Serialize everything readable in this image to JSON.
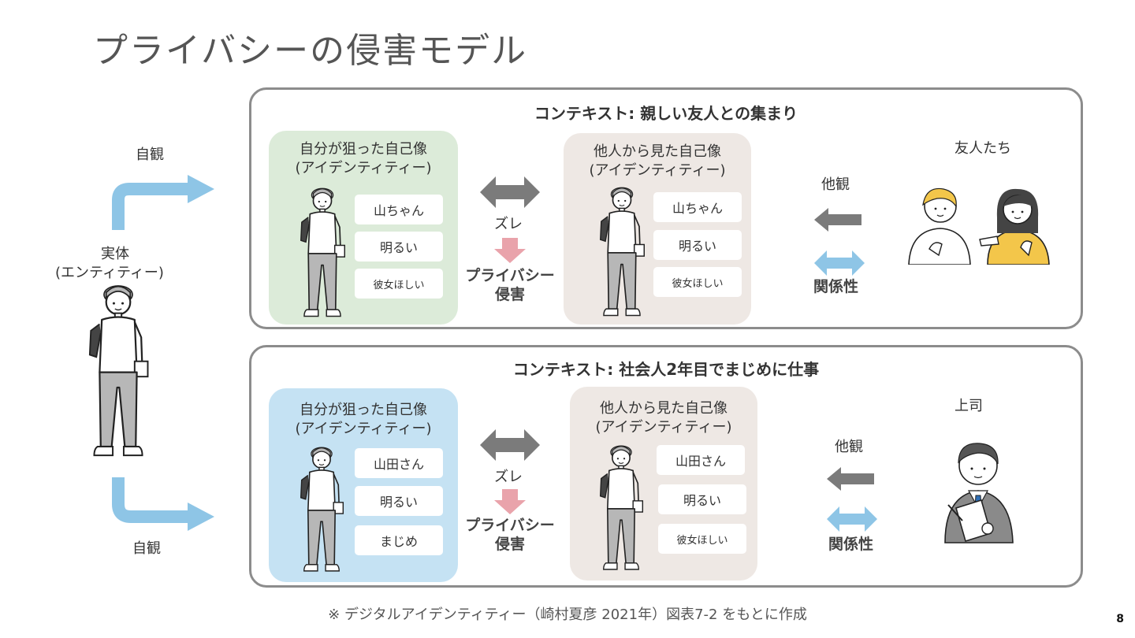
{
  "slide": {
    "title": "プライバシーの侵害モデル",
    "page_number": "8",
    "footnote": "※ デジタルアイデンティティー（崎村夏彦 2021年）図表7-2 をもとに作成"
  },
  "entity": {
    "label_line1": "実体",
    "label_line2": "(エンティティー)",
    "self_view_top": "自観",
    "self_view_bottom": "自観"
  },
  "contexts": [
    {
      "title": "コンテキスト: 親しい友人との集まり",
      "self_image": {
        "title_line1": "自分が狙った自己像",
        "title_line2": "(アイデンティティー)",
        "traits": [
          "山ちゃん",
          "明るい",
          "彼女ほしい"
        ]
      },
      "gap_label": "ズレ",
      "violation_line1": "プライバシー",
      "violation_line2": "侵害",
      "other_image": {
        "title_line1": "他人から見た自己像",
        "title_line2": "(アイデンティティー)",
        "traits": [
          "山ちゃん",
          "明るい",
          "彼女ほしい"
        ]
      },
      "other_view": "他観",
      "relationship": "関係性",
      "observer": "友人たち"
    },
    {
      "title": "コンテキスト: 社会人2年目でまじめに仕事",
      "self_image": {
        "title_line1": "自分が狙った自己像",
        "title_line2": "(アイデンティティー)",
        "traits": [
          "山田さん",
          "明るい",
          "まじめ"
        ]
      },
      "gap_label": "ズレ",
      "violation_line1": "プライバシー",
      "violation_line2": "侵害",
      "other_image": {
        "title_line1": "他人から見た自己像",
        "title_line2": "(アイデンティティー)",
        "traits": [
          "山田さん",
          "明るい",
          "彼女ほしい"
        ]
      },
      "other_view": "他観",
      "relationship": "関係性",
      "observer": "上司"
    }
  ],
  "colors": {
    "arrow_blue": "#8ec5e6",
    "arrow_gray": "#7b7b7b",
    "arrow_pink": "#e9a3ab",
    "panel_green": "#dcebd9",
    "panel_blue": "#c5e2f3",
    "panel_other": "#eee8e4"
  }
}
